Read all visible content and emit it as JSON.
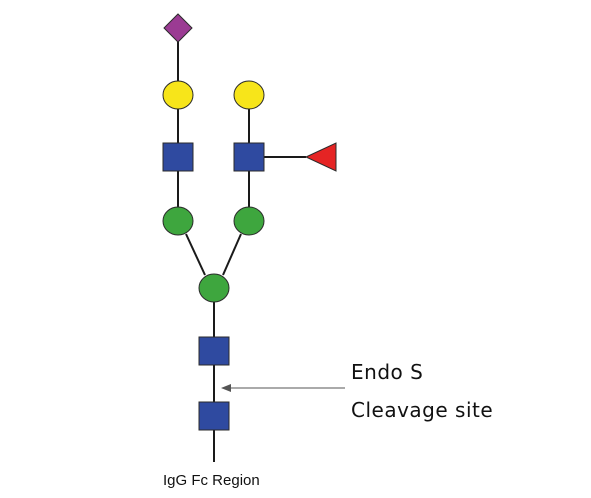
{
  "labels": {
    "enzyme_name": "Endo S",
    "cleavage_site": "Cleavage site",
    "region": "IgG Fc Region"
  },
  "colors": {
    "sialic_acid": "#9b3b93",
    "galactose": "#f7e51a",
    "glcnac": "#2f4aa0",
    "mannose": "#3ea63e",
    "fucose": "#e52424",
    "link": "#1a1a1a",
    "arrow": "#555555"
  },
  "icons": {
    "sialic_acid": "purple-diamond",
    "galactose": "yellow-circle",
    "glcnac": "blue-square",
    "mannose": "green-circle",
    "fucose": "red-triangle"
  }
}
